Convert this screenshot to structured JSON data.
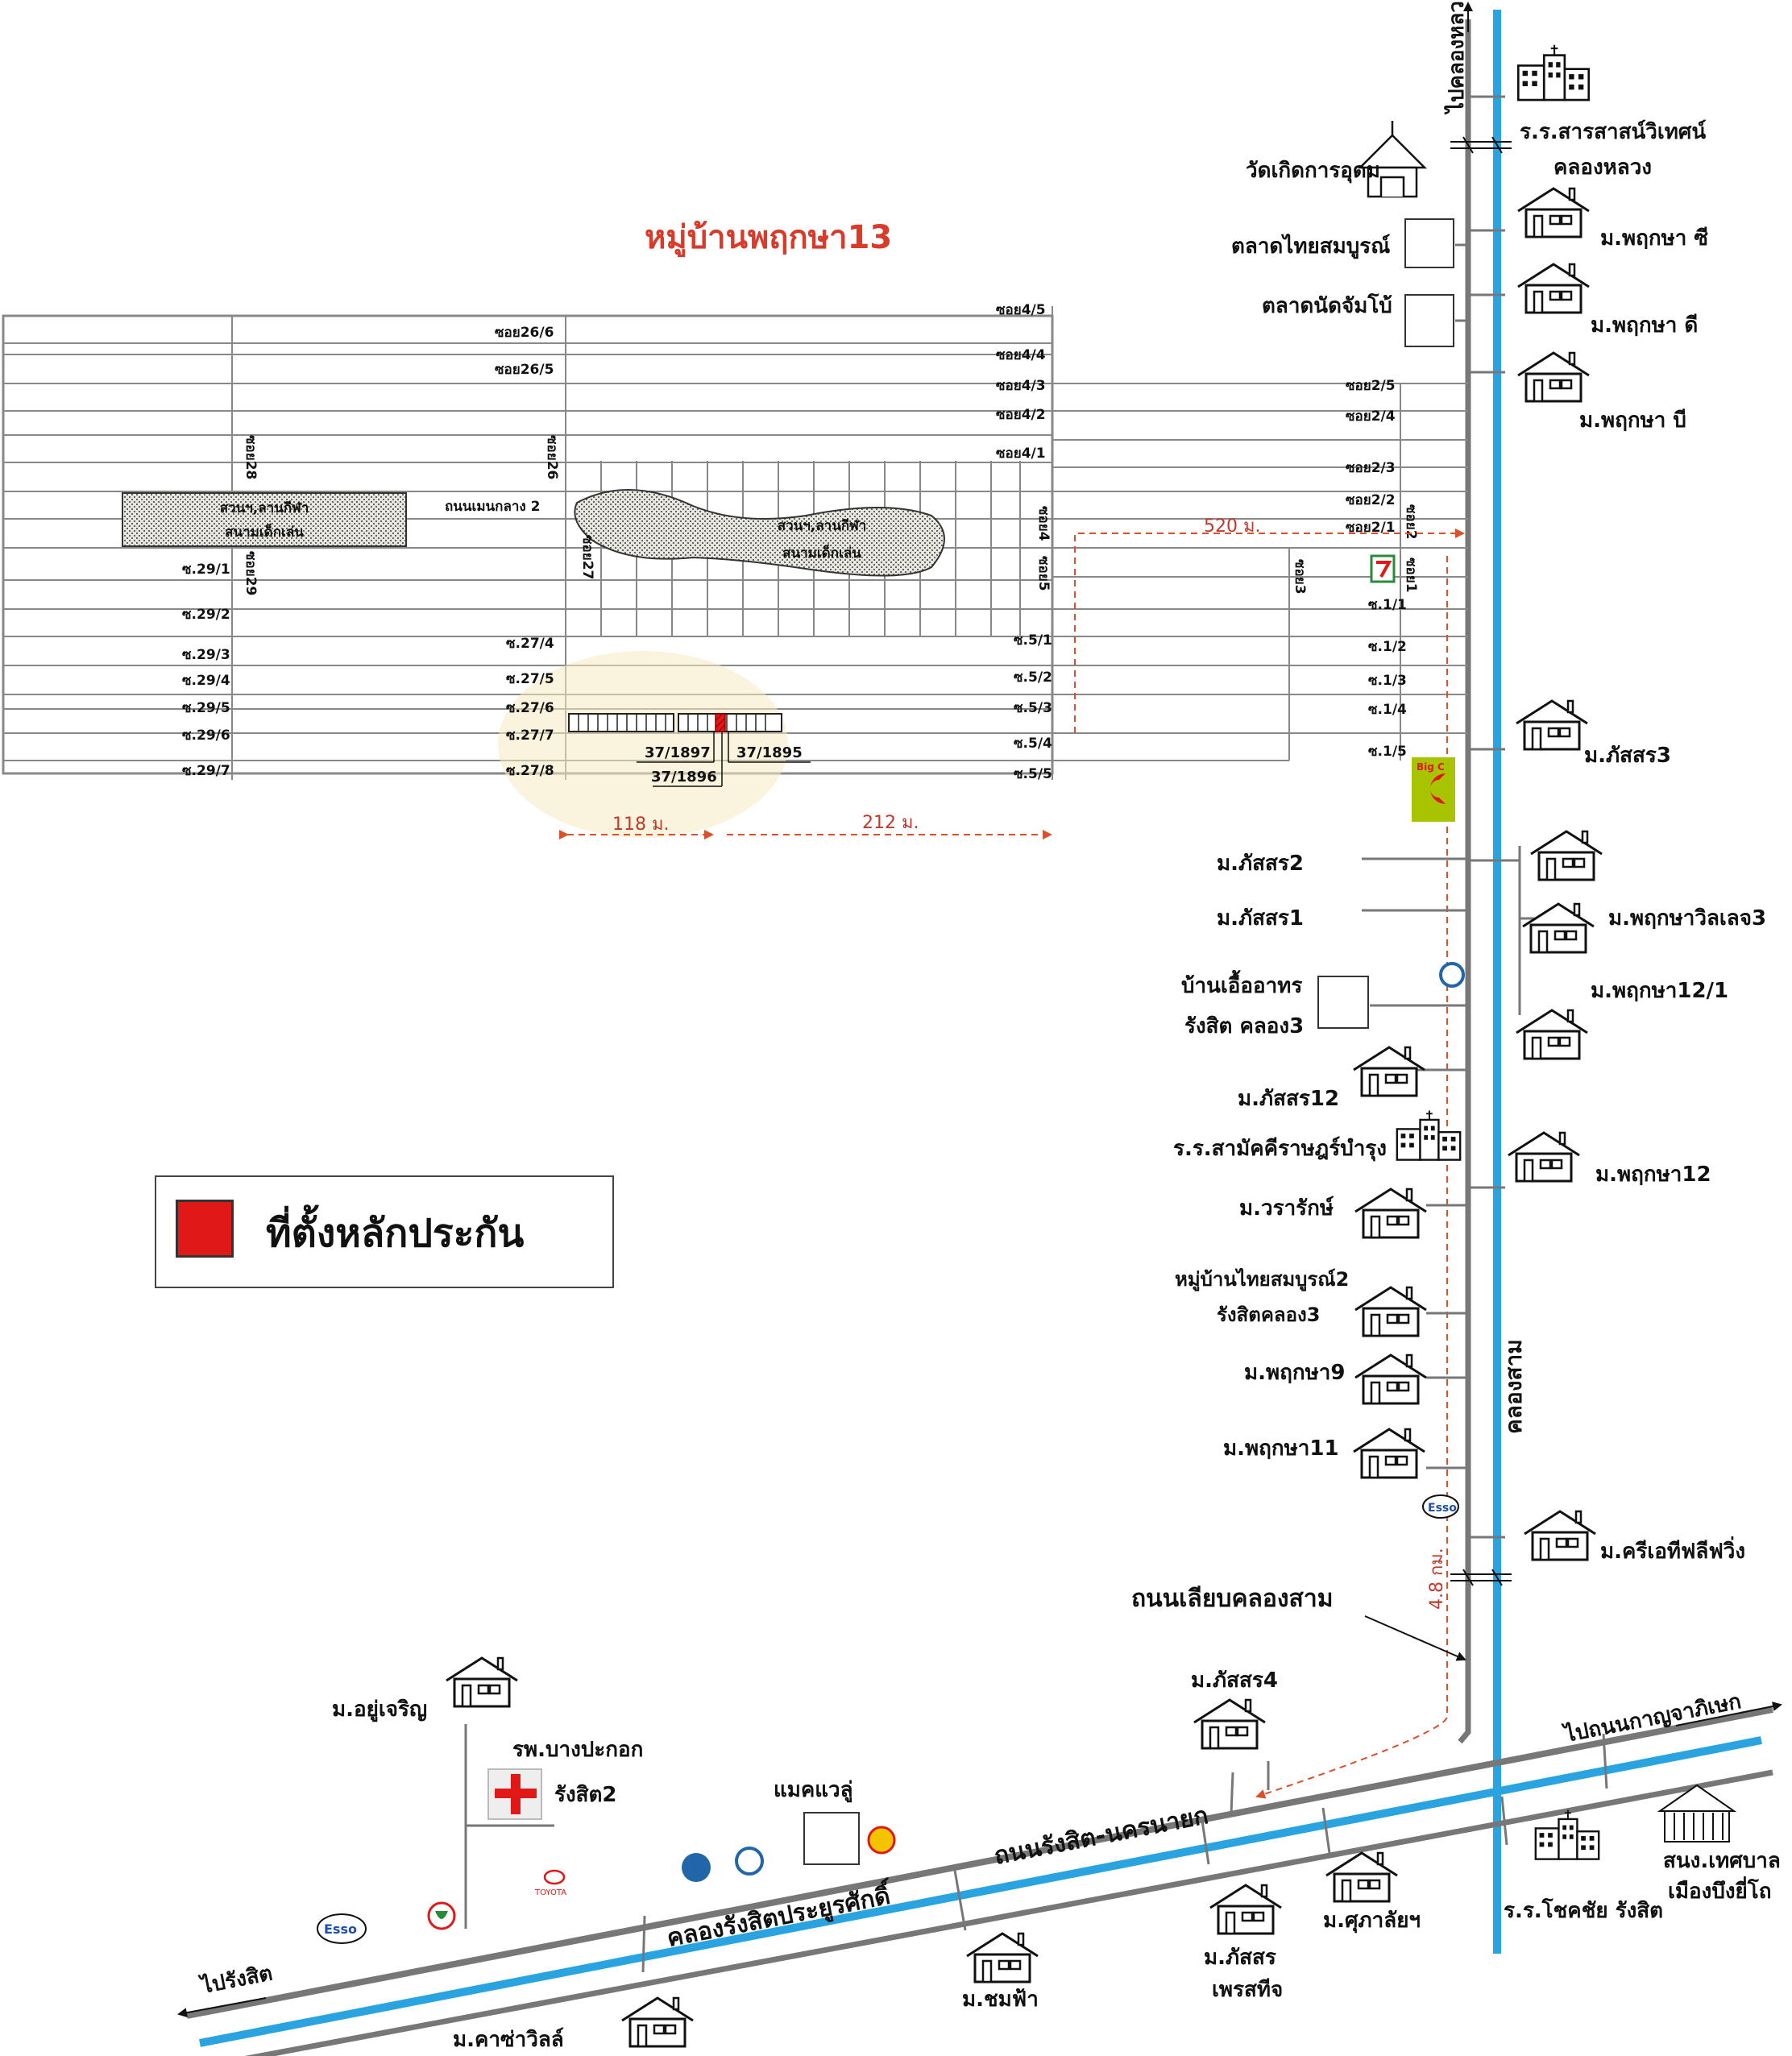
{
  "title": "หมู่บ้านพฤกษา13",
  "legend": {
    "label": "ที่ตั้งหลักประกัน",
    "color": "#e01818"
  },
  "colors": {
    "road": "#777777",
    "canal": "#2aa4e0",
    "distance": "#d9502a",
    "title": "#d93a2a"
  },
  "roads": {
    "vertical_main": "ถนนเลียบคลองสาม",
    "horizontal_main": "ถนนรังสิต-นครนายก",
    "inner_main": "ถนนเมนกลาง 2",
    "to_north": "ไปคลองหลวง",
    "to_west": "ไปรังสิต",
    "to_east": "ไปถนนกาญจาภิเษก"
  },
  "canals": {
    "vertical": "คลองสาม",
    "horizontal": "คลองรังสิตประยูรศักดิ์"
  },
  "distances": {
    "d520": "520 ม.",
    "d118": "118 ม.",
    "d212": "212 ม.",
    "d48": "4.8 กม."
  },
  "plots": [
    "37/1897",
    "37/1895",
    "37/1896"
  ],
  "parks": {
    "left": [
      "สวนฯ,ลานกีฬา",
      "สนามเด็กเล่น"
    ],
    "center": [
      "สวนฯ,ลานกีฬา",
      "สนามเด็กเล่น"
    ]
  },
  "sois": {
    "upper_left": [
      "ซอย26/6",
      "ซอย26/5"
    ],
    "mid_top": [
      "ซอย4/5",
      "ซอย4/4",
      "ซอย4/3",
      "ซอย4/2",
      "ซอย4/1"
    ],
    "right": [
      "ซอย2/5",
      "ซอย2/4",
      "ซอย2/3",
      "ซอย2/2",
      "ซอย2/1"
    ],
    "r29": [
      "ซ.29/1",
      "ซ.29/2",
      "ซ.29/3",
      "ซ.29/4",
      "ซ.29/5",
      "ซ.29/6",
      "ซ.29/7"
    ],
    "r27": [
      "ซ.27/4",
      "ซ.27/5",
      "ซ.27/6",
      "ซ.27/7",
      "ซ.27/8"
    ],
    "r5": [
      "ซ.5/1",
      "ซ.5/2",
      "ซ.5/3",
      "ซ.5/4",
      "ซ.5/5"
    ],
    "r1": [
      "ซ.1/1",
      "ซ.1/2",
      "ซ.1/3",
      "ซ.1/4",
      "ซ.1/5"
    ],
    "vertical": [
      "ซอย28",
      "ซอย26",
      "ซอย29",
      "ซอย27",
      "ซอย4",
      "ซอย5",
      "ซอย3",
      "ซอย1",
      "ซอย2"
    ]
  },
  "places": {
    "school_n": "ร.ร.สารสาสน์วิเทศน์",
    "school_n2": "คลองหลวง",
    "temple": "วัดเกิดการอุดม",
    "market1": "ตลาดไทยสมบูรณ์",
    "market2": "ตลาดนัดจัมโบ้",
    "pc_c": "ม.พฤกษา ซี",
    "pc_d": "ม.พฤกษา ดี",
    "pc_b": "ม.พฤกษา บี",
    "ps3": "ม.ภัสสร3",
    "ps2": "ม.ภัสสร2",
    "ps1": "ม.ภัสสร1",
    "pv3": "ม.พฤกษาวิลเลจ3",
    "p121": "ม.พฤกษา12/1",
    "eua1": "บ้านเอื้ออาทร",
    "eua2": "รังสิต คลอง3",
    "ps12": "ม.ภัสสร12",
    "sch_m": "ร.ร.สามัคคีราษฎร์บำรุง",
    "p12": "ม.พฤกษา12",
    "wara": "ม.วรารักษ์",
    "thai1": "หมู่บ้านไทยสมบูรณ์2",
    "thai2": "รังสิตคลอง3",
    "p9": "ม.พฤกษา9",
    "p11": "ม.พฤกษา11",
    "cre": "ม.ครีเอทีฟลีฟวิ่ง",
    "ps4": "ม.ภัสสร4",
    "ayu": "ม.อยู่เจริญ",
    "hosp1": "รพ.บางปะกอก",
    "hosp2": "รังสิต2",
    "makro": "แมคแวลู่",
    "chom": "ม.ชมฟ้า",
    "casa": "ม.คาซ่าวิลล์",
    "psp1": "ม.ภัสสร",
    "psp2": "เพรสทีจ",
    "supa": "ม.ศุภาลัยฯ",
    "chok": "ร.ร.โชคชัย รังสิต",
    "muni1": "สนง.เทศบาล",
    "muni2": "เมืองบึงยี่โถ"
  },
  "logos": {
    "esso": "Esso",
    "toyota": "TOYOTA",
    "bigc": "Big C"
  }
}
